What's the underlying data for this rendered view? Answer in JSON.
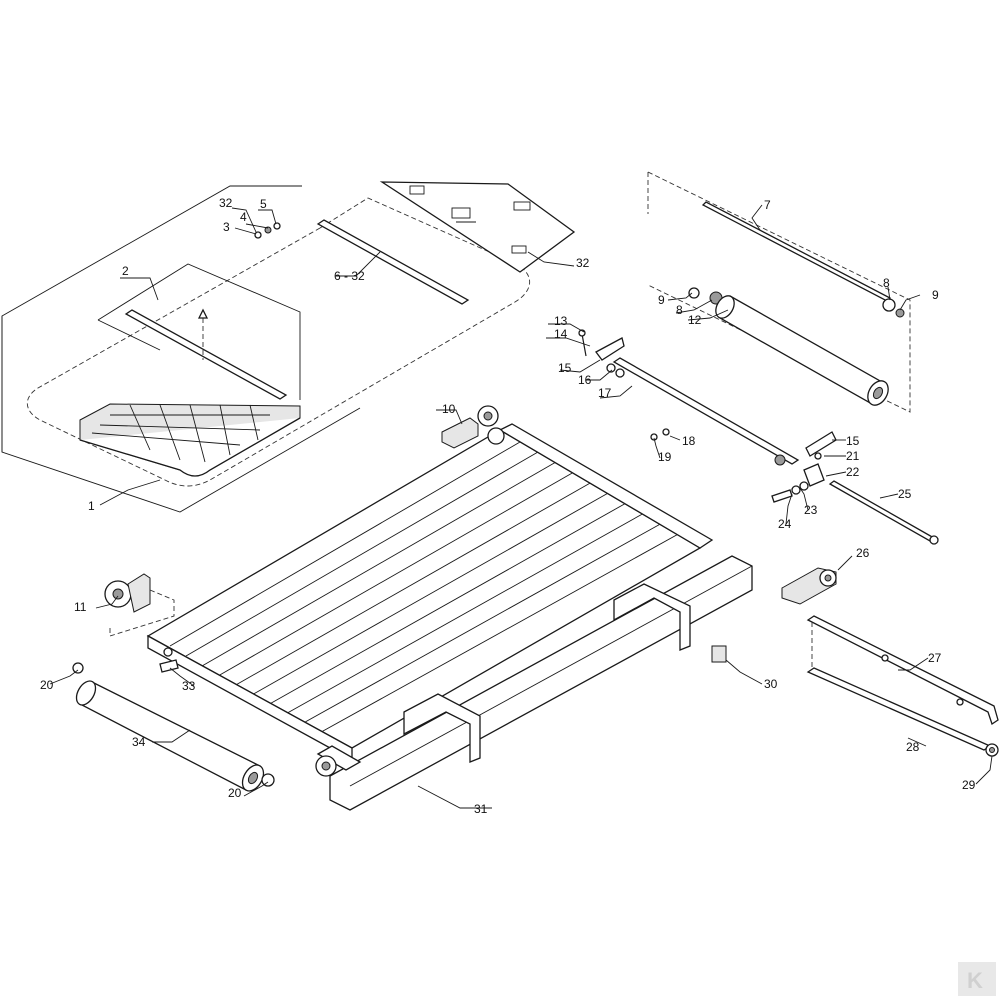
{
  "callouts": {
    "c1": "1",
    "c2": "2",
    "c3": "3",
    "c4": "4",
    "c5": "5",
    "c6": "6 - 32",
    "c7": "7",
    "c8a": "8",
    "c8b": "8",
    "c9a": "9",
    "c9b": "9",
    "c10": "10",
    "c11": "11",
    "c12": "12",
    "c13": "13",
    "c14": "14",
    "c15a": "15",
    "c15b": "15",
    "c16": "16",
    "c17": "17",
    "c18": "18",
    "c19": "19",
    "c20a": "20",
    "c20b": "20",
    "c21": "21",
    "c22": "22",
    "c23": "23",
    "c24": "24",
    "c25": "25",
    "c26": "26",
    "c27": "27",
    "c28": "28",
    "c29": "29",
    "c30": "30",
    "c31": "31",
    "c32a": "32",
    "c32b": "32",
    "c33": "33",
    "c34": "34"
  },
  "logo": {
    "text": "K",
    "color": "#d0d0d0"
  }
}
